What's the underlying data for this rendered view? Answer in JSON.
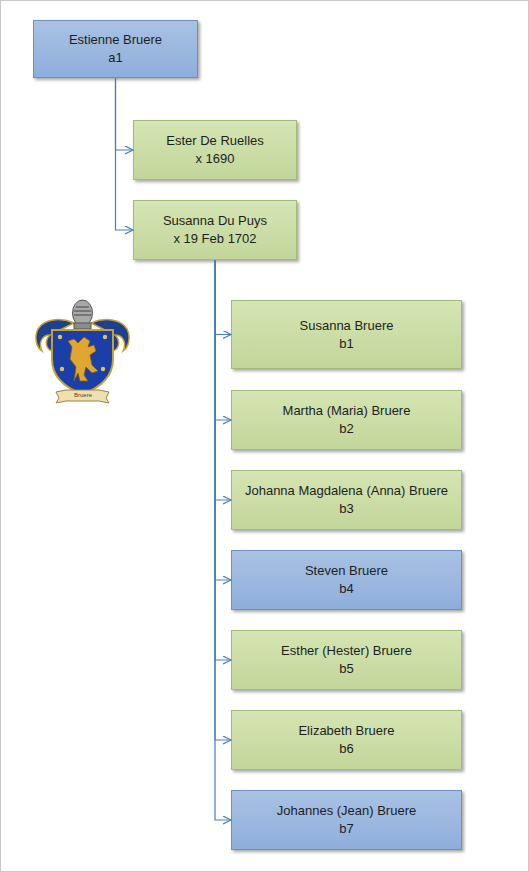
{
  "diagram": {
    "nodes": [
      {
        "text": [
          "Estienne Bruere",
          "a1"
        ]
      },
      {
        "text": [
          "Ester De Ruelles",
          "x 1690"
        ]
      },
      {
        "text": [
          "Susanna Du Puys",
          "x 19 Feb 1702"
        ]
      },
      {
        "text": [
          "Susanna Bruere",
          "b1"
        ]
      },
      {
        "text": [
          "Martha (Maria) Bruere",
          "b2"
        ]
      },
      {
        "text": [
          "Johanna Magdalena (Anna) Bruere",
          "b3"
        ]
      },
      {
        "text": [
          "Steven Bruere",
          "b4"
        ]
      },
      {
        "text": [
          "Esther (Hester) Bruere",
          "b5"
        ]
      },
      {
        "text": [
          "Elizabeth Bruere",
          "b6"
        ]
      },
      {
        "text": [
          "Johannes (Jean) Bruere",
          "b7"
        ]
      }
    ],
    "edges": [
      {
        "from": 0,
        "to": 1,
        "arrow": "to"
      },
      {
        "from": 0,
        "to": 2,
        "arrow": "to"
      },
      {
        "from": 2,
        "to": 3,
        "arrow": "to"
      },
      {
        "from": 2,
        "to": 4,
        "arrow": "to"
      },
      {
        "from": 2,
        "to": 5,
        "arrow": "to"
      },
      {
        "from": 2,
        "to": 6,
        "arrow": "to"
      },
      {
        "from": 2,
        "to": 7,
        "arrow": "to"
      },
      {
        "from": 2,
        "to": 8,
        "arrow": "to"
      },
      {
        "from": 2,
        "to": 9,
        "arrow": "to"
      }
    ],
    "labels": [
      "Bruere"
    ]
  }
}
